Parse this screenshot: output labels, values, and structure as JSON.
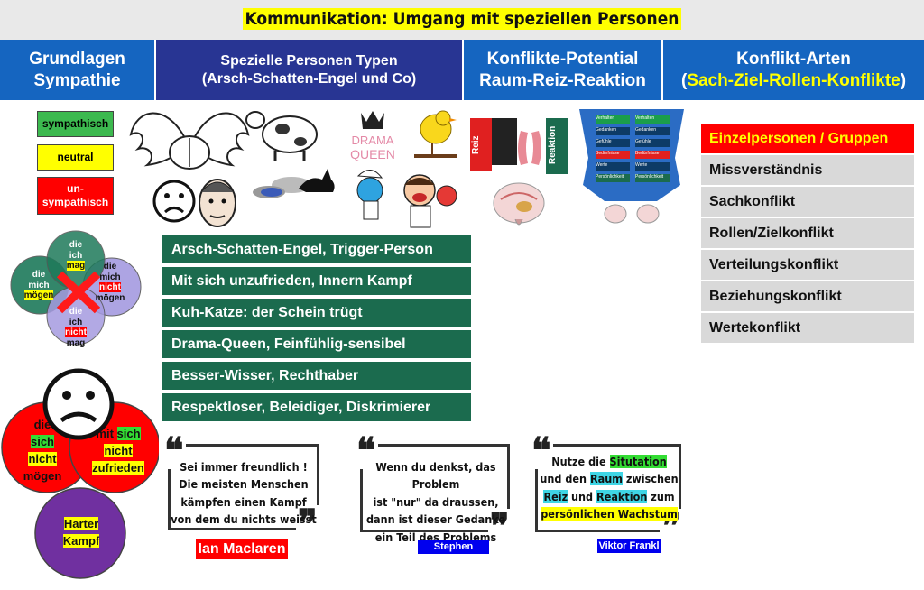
{
  "title": "Kommunikation: Umgang mit speziellen Personen",
  "columns": [
    {
      "line1": "Grundlagen",
      "line2": "Sympathie"
    },
    {
      "line1": "Spezielle Personen Typen",
      "line2": "(Arsch-Schatten-Engel und Co)"
    },
    {
      "line1": "Konflikte-Potential",
      "line2": "Raum-Reiz-Reaktion"
    },
    {
      "line1": "Konflikt-Arten",
      "line2_open": "(",
      "line2_highlight": "Sach-Ziel-Rollen-Konflikte",
      "line2_close": ")"
    }
  ],
  "sympathy": {
    "sympathisch": "sympathisch",
    "neutral": "neutral",
    "unsympathisch_1": "un-",
    "unsympathisch_2": "sympathisch"
  },
  "venn": {
    "top": [
      "die",
      "ich",
      "mag"
    ],
    "left": [
      "die",
      "mich",
      "mögen"
    ],
    "right": [
      "die",
      "mich",
      "nicht",
      "mögen"
    ],
    "bottom": [
      "die",
      "ich",
      "nicht",
      "mag"
    ]
  },
  "images": {
    "drama_queen_1": "DRAMA",
    "drama_queen_2": "QUEEN",
    "reiz": "Reiz",
    "reaktion": "Reaktion",
    "iceberg_left": [
      "Verhalten",
      "Gedanken",
      "Gefühle",
      "Bedürfnisse",
      "Werte",
      "Persönlichkeit"
    ],
    "iceberg_right": [
      "Verhalten",
      "Gedanken",
      "Gefühle",
      "Bedürfnisse",
      "Werte",
      "Persönlichkeit"
    ]
  },
  "person_types": [
    "Arsch-Schatten-Engel, Trigger-Person",
    "Mit sich unzufrieden, Innern Kampf",
    "Kuh-Katze: der Schein trügt",
    "Drama-Queen, Feinfühlig-sensibel",
    "Besser-Wisser, Rechthaber",
    "Respektloser, Beleidiger, Diskrimierer"
  ],
  "conflict_types": [
    "Einzelpersonen / Gruppen",
    "Missverständnis",
    "Sachkonflikt",
    "Rollen/Zielkonflikt",
    "Verteilungskonflikt",
    "Beziehungskonflikt",
    "Wertekonflikt"
  ],
  "inner_conflict": {
    "left": [
      "die",
      "sich",
      "nicht",
      "mögen"
    ],
    "right": [
      "mit",
      "sich",
      "nicht",
      "zufrieden"
    ],
    "bottom": [
      "Harter",
      "Kampf"
    ]
  },
  "quotes": [
    {
      "lines": [
        "Sei immer freundlich !",
        "Die meisten Menschen",
        "kämpfen einen Kampf",
        "von dem du nichts weisst"
      ],
      "author": "Ian Maclaren"
    },
    {
      "lines": [
        "Wenn du denkst, das Problem",
        "ist \"nur\" da draussen,",
        "dann ist dieser Gedanke",
        "ein Teil des Problems"
      ],
      "author": "Stephen Covey"
    },
    {
      "l1a": "Nutze die ",
      "l1b": "Situtation",
      "l2a": "und den ",
      "l2b": "Raum",
      "l2c": " zwischen",
      "l3a": "Reiz",
      "l3b": " und ",
      "l3c": "Reaktion",
      "l3d": " zum",
      "l4": "persönlichen Wachstum",
      "author": "Viktor Frankl"
    }
  ],
  "colors": {
    "header_blue": "#1565c0",
    "header_navy": "#283593",
    "list_green": "#1b6b4e",
    "highlight_red": "#ff0000",
    "highlight_yellow": "#ffff00"
  }
}
